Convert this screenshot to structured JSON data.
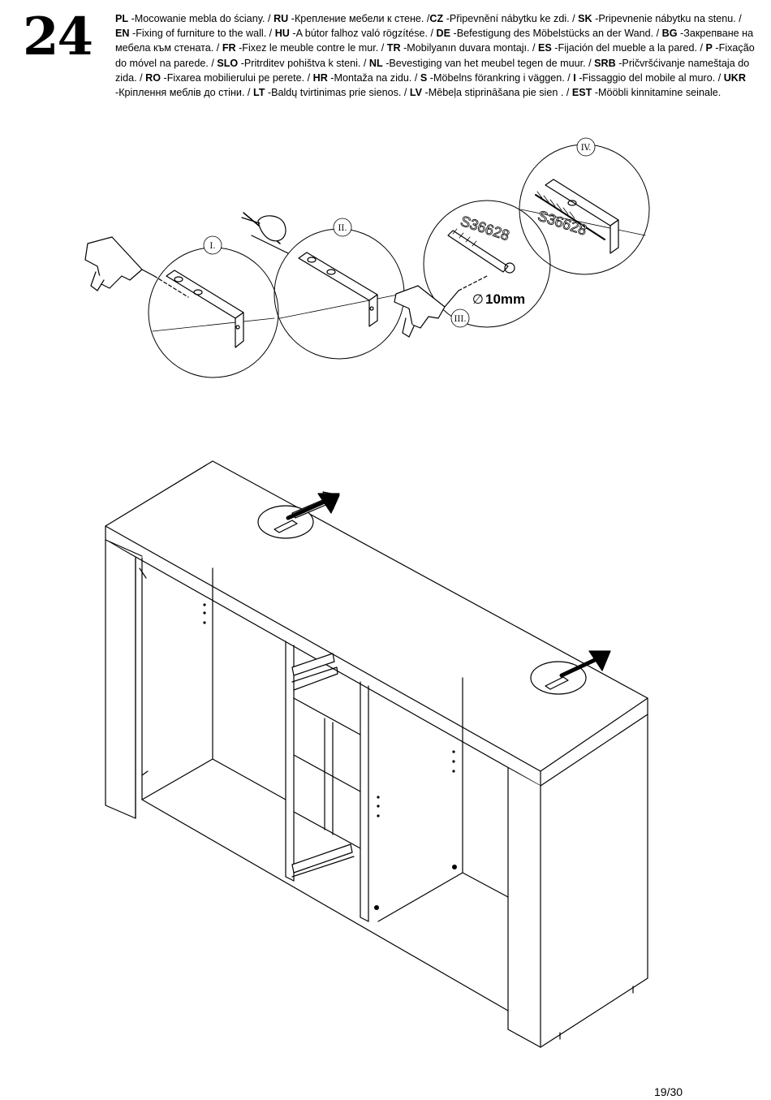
{
  "step": {
    "number": "24"
  },
  "instructions": [
    {
      "code": "PL",
      "text": " -Mocowanie mebla do ściany. / "
    },
    {
      "code": "RU",
      "text": " -Крепление мебели к стене. /"
    },
    {
      "code": "CZ",
      "text": " -Připevnění nábytku ke zdi. / "
    },
    {
      "code": "SK",
      "text": " -Pripevnenie nábytku na stenu. / "
    },
    {
      "code": "EN",
      "text": " -Fixing of furniture to the wall. / "
    },
    {
      "code": "HU",
      "text": " -A bútor falhoz való rögzítése. / "
    },
    {
      "code": "DE",
      "text": " -Befestigung des Möbelstücks an der Wand. / "
    },
    {
      "code": "BG",
      "text": " -Закрепване на мебела към стената. / "
    },
    {
      "code": "FR",
      "text": " -Fixez le meuble contre le mur. / "
    },
    {
      "code": "TR",
      "text": " -Mobilyanın duvara montajı. / "
    },
    {
      "code": "ES",
      "text": " -Fijación del mueble a la pared. / "
    },
    {
      "code": "P",
      "text": " -Fixação do móvel na parede. / "
    },
    {
      "code": "SLO",
      "text": " -Pritrditev pohištva k steni. / "
    },
    {
      "code": "NL",
      "text": " -Bevestiging van het meubel tegen de muur. / "
    },
    {
      "code": "SRB",
      "text": " -Pričvršćivanje nameštaja do zida. / "
    },
    {
      "code": "RO",
      "text": " -Fixarea mobilierului pe perete. / "
    },
    {
      "code": "HR",
      "text": " -Montaža na zidu. / "
    },
    {
      "code": "S",
      "text": " -Möbelns förankring i väggen. / "
    },
    {
      "code": "I",
      "text": " -Fissaggio del mobile al muro. / "
    },
    {
      "code": "UKR",
      "text": " -Кріплення меблів до стіни. / "
    },
    {
      "code": "LT",
      "text": " -Baldų tvirtinimas prie sienos. / "
    },
    {
      "code": "LV",
      "text": " -Mēbeļa stiprināšana pie sien            . / "
    },
    {
      "code": "EST",
      "text": " -Mööbli kinnitamine seinale."
    }
  ],
  "callouts": {
    "detail_1": "I.",
    "detail_2": "II.",
    "detail_3": "III.",
    "detail_4": "IV.",
    "part_code_a": "S36628",
    "part_code_b": "S36628",
    "drill_size": "10mm",
    "diameter_symbol": "∅"
  },
  "footer": {
    "page": "19/30"
  }
}
